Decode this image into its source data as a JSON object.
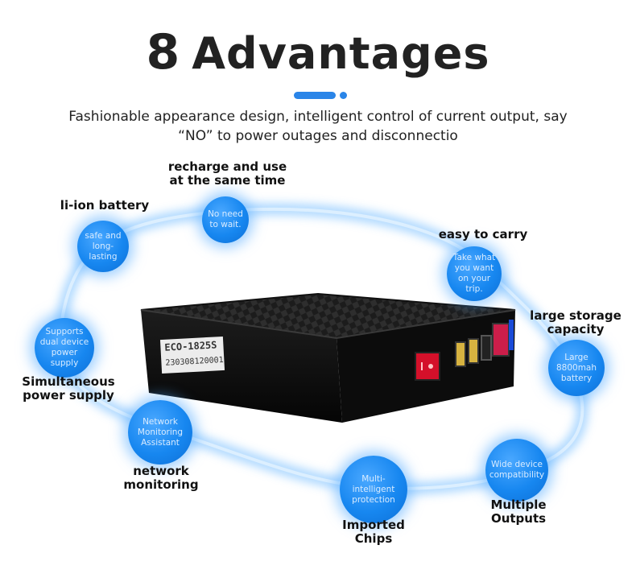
{
  "header": {
    "title_number": "8",
    "title_word": "Advantages",
    "subtitle_line1": "Fashionable appearance design, intelligent control of current output, say",
    "subtitle_line2": "“NO”   to power outages and disconnectio",
    "accent_color": "#2a85e8"
  },
  "device": {
    "model": "ECO-1825S",
    "serial": "230308120001"
  },
  "advantages": [
    {
      "label": "recharge and use at the same time",
      "circle_text": "No need to wait."
    },
    {
      "label": "li-ion battery",
      "circle_text": "safe and long-lasting"
    },
    {
      "label": "easy to carry",
      "circle_text": "Take what you want on your trip."
    },
    {
      "label": "large storage capacity",
      "circle_text": "Large 8800mah battery"
    },
    {
      "label": "Simultaneous power supply",
      "circle_text": "Supports dual device power supply"
    },
    {
      "label": "network monitoring",
      "circle_text": "Network Monitoring Assistant"
    },
    {
      "label": "Multiple Outputs",
      "circle_text": "Wide device compatibility"
    },
    {
      "label": "Imported Chips",
      "circle_text": "Multi-intelligent protection"
    }
  ]
}
